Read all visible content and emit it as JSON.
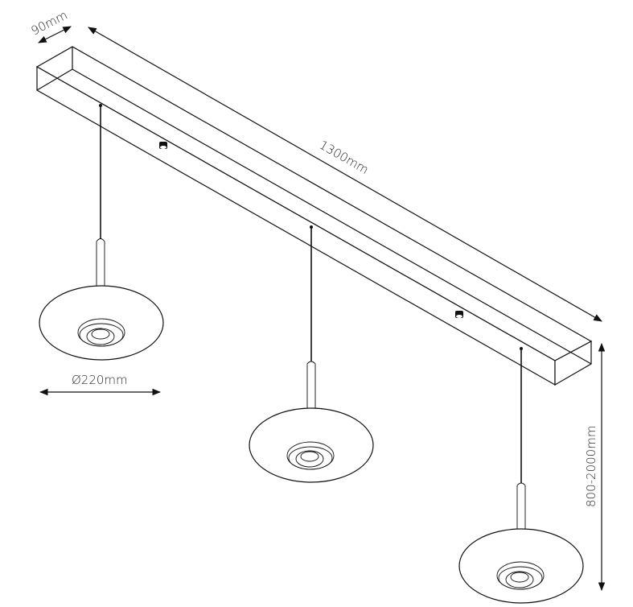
{
  "drawing": {
    "title": "Three-light linear pendant dimension drawing",
    "line_color": "#111111",
    "text_color": "#2a2a2a"
  },
  "dimensions": {
    "canopy_width": "90mm",
    "canopy_length": "1300mm",
    "shade_diameter": "Ø220mm",
    "drop_height": "800-2000mm"
  },
  "components": {
    "canopy": "rectangular ceiling canopy bar",
    "pendants": [
      {
        "id": "pendant-1",
        "label": "left pendant"
      },
      {
        "id": "pendant-2",
        "label": "center pendant"
      },
      {
        "id": "pendant-3",
        "label": "right pendant"
      }
    ],
    "mounting_screws": 2
  }
}
